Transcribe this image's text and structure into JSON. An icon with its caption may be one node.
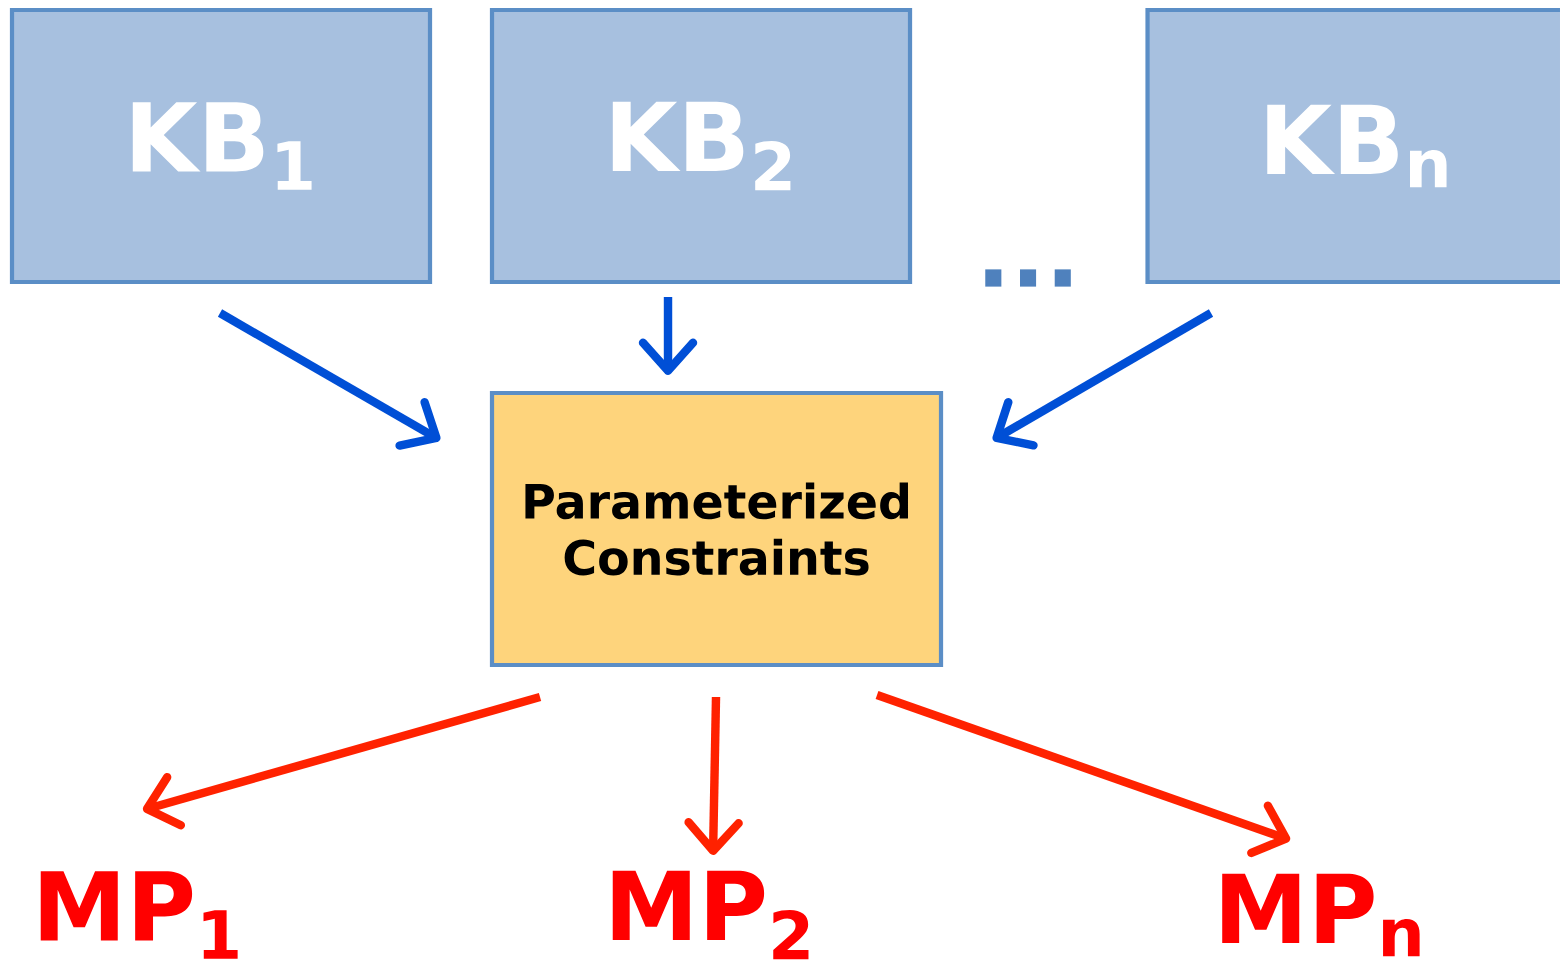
{
  "diagram": {
    "nodes": [
      {
        "text": [
          "KB$_{1}$"
        ]
      },
      {
        "text": [
          "KB$_{2}$"
        ]
      },
      {
        "text": [
          "KB$_{n}$"
        ]
      },
      {
        "text": [
          "Parameterized Constraints"
        ]
      },
      {
        "text": [
          "MP$_{1}$"
        ]
      },
      {
        "text": [
          "MP$_{2}$"
        ]
      },
      {
        "text": [
          "MP$_{n}$"
        ]
      }
    ],
    "edges": [
      {
        "from": 0,
        "to": 3,
        "arrow": "to",
        "color": "#004fd6"
      },
      {
        "from": 1,
        "to": 3,
        "arrow": "to",
        "color": "#004fd6"
      },
      {
        "from": 2,
        "to": 3,
        "arrow": "to",
        "color": "#004fd6"
      },
      {
        "from": 3,
        "to": 4,
        "arrow": "to",
        "color": "#ff2200"
      },
      {
        "from": 3,
        "to": 5,
        "arrow": "to",
        "color": "#ff2200"
      },
      {
        "from": 3,
        "to": 6,
        "arrow": "to",
        "color": "#ff2200"
      }
    ],
    "labels": [
      "..."
    ]
  }
}
